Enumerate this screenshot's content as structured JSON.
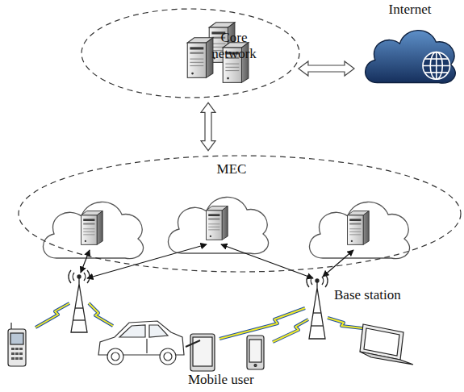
{
  "diagram": {
    "nodes": [
      {
        "text": [
          "Core network"
        ]
      },
      {
        "text": [
          "Internet"
        ]
      },
      {
        "text": [
          "MEC"
        ]
      }
    ],
    "edges": [
      {
        "from": 0,
        "to": 1,
        "arrow": "both"
      },
      {
        "from": 0,
        "to": 2,
        "arrow": "both"
      }
    ],
    "labels": [
      "Base station",
      "Mobile user"
    ]
  }
}
